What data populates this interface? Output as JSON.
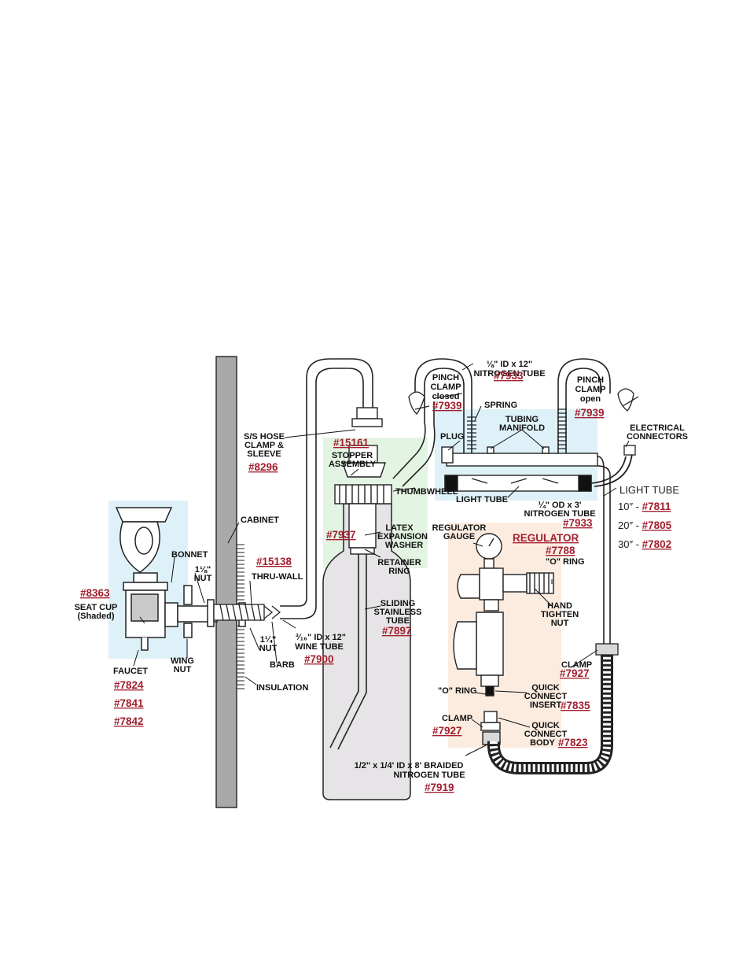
{
  "labels": {
    "nitrogen_tube_top": [
      "⅛\" ID x 12\"",
      "NITROGEN TUBE"
    ],
    "pinch_clamp_closed": [
      "PINCH",
      "CLAMP",
      "closed"
    ],
    "pinch_clamp_open": [
      "PINCH",
      "CLAMP",
      "open"
    ],
    "spring": [
      "SPRING"
    ],
    "tubing_manifold": [
      "TUBING",
      "MANIFOLD"
    ],
    "electrical_connectors": [
      "ELECTRICAL",
      "CONNECTORS"
    ],
    "plug": [
      "PLUG"
    ],
    "light_tube_label": [
      "LIGHT TUBE"
    ],
    "light_tube_right": [
      "LIGHT TUBE"
    ],
    "nitrogen_tube_3ft": [
      "¼\" OD x 3'",
      "NITROGEN TUBE"
    ],
    "hose_clamp": [
      "S/S HOSE",
      "CLAMP &",
      "SLEEVE"
    ],
    "stopper_assembly": [
      "STOPPER",
      "ASSEMBLY"
    ],
    "thumbwheel": [
      "THUMBWHEEL"
    ],
    "latex_washer": [
      "LATEX",
      "EXPANSION",
      "WASHER"
    ],
    "retainer_ring": [
      "RETAINER",
      "RING"
    ],
    "sliding_tube": [
      "SLIDING",
      "STAINLESS",
      "TUBE"
    ],
    "cabinet": [
      "CABINET"
    ],
    "bonnet": [
      "BONNET"
    ],
    "nut_upper": [
      "1⅛\"",
      "NUT"
    ],
    "thru_wall": [
      "THRU-WALL"
    ],
    "seat_cup": [
      "SEAT CUP",
      "(Shaded)"
    ],
    "wine_tube": [
      "³⁄₁₆\" ID x 12\"",
      "WINE TUBE"
    ],
    "nut_lower": [
      "1¼\"",
      "NUT"
    ],
    "barb": [
      "BARB"
    ],
    "insulation": [
      "INSULATION"
    ],
    "wing_nut": [
      "WING",
      "NUT"
    ],
    "faucet": [
      "FAUCET"
    ],
    "regulator_gauge": [
      "REGULATOR",
      "GAUGE"
    ],
    "o_ring_upper": [
      "\"O\" RING"
    ],
    "hand_tighten_nut": [
      "HAND",
      "TIGHTEN",
      "NUT"
    ],
    "o_ring_lower": [
      "\"O\" RING"
    ],
    "quick_connect_insert": [
      "QUICK",
      "CONNECT",
      "INSERT"
    ],
    "clamp_right": [
      "CLAMP"
    ],
    "clamp_left": [
      "CLAMP"
    ],
    "quick_connect_body": [
      "QUICK",
      "CONNECT",
      "BODY"
    ],
    "braided_tube": [
      "1/2\" x 1/4' ID x 8' BRAIDED",
      "NITROGEN TUBE"
    ]
  },
  "parts": {
    "nitrogen_tube_top": "#7933",
    "pinch_clamp_closed": "#7939",
    "pinch_clamp_open": "#7939",
    "hose_clamp": "#8296",
    "stopper_assembly": "#15161",
    "latex_washer": "#7937",
    "sliding_tube": "#7897",
    "thru_wall": "#15138",
    "seat_cup": "#8363",
    "wine_tube": "#7900",
    "faucet_1": "#7824",
    "faucet_2": "#7841",
    "faucet_3": "#7842",
    "nitrogen_tube_3ft": "#7933",
    "regulator": "#7788",
    "quick_connect_insert": "#7835",
    "clamp_right": "#7927",
    "clamp_left": "#7927",
    "quick_connect_body": "#7823",
    "braided_tube": "#7919"
  },
  "regulator_title": "REGULATOR",
  "light_tube_sizes": [
    {
      "size": "10″ - ",
      "part": "#7811"
    },
    {
      "size": "20″ - ",
      "part": "#7805"
    },
    {
      "size": "30″ - ",
      "part": "#7802"
    }
  ],
  "colors": {
    "light_blue_zone": "#def1f9",
    "light_green_zone": "#e3f4e2",
    "peach_zone": "#fcece0",
    "bottle": "#e6e4e6",
    "cabinet_wall": "#a9a9ab",
    "part_number": "#a3202e"
  }
}
